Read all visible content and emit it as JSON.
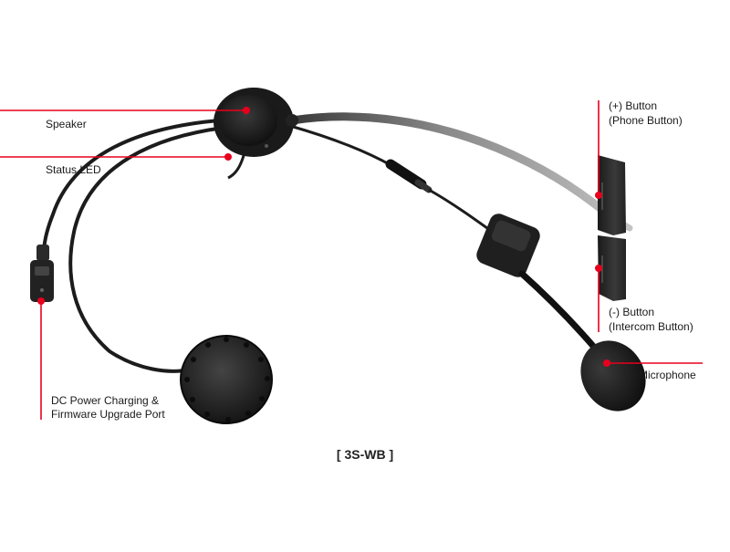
{
  "labels": {
    "speaker": "Speaker",
    "status_led": "Status LED",
    "dc_port_line1": "DC Power Charging &",
    "dc_port_line2": "Firmware Upgrade Port",
    "plus_button_line1": "(+) Button",
    "plus_button_line2": "(Phone Button)",
    "minus_button_line1": "(-) Button",
    "minus_button_line2": "(Intercom Button)",
    "microphone": "Microphone"
  },
  "caption": "[ 3S-WB ]",
  "colors": {
    "callout": "#e8001c",
    "device": "#2b2b2b",
    "cable": "#1c1c1c",
    "background": "#ffffff"
  }
}
